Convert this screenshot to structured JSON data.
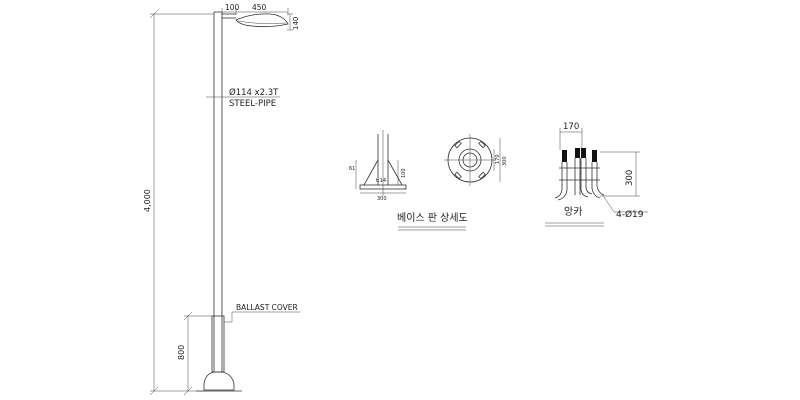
{
  "pole": {
    "height_dim": "4,000",
    "ballast_dim": "800",
    "pipe_spec": "Ø114 x2.3T",
    "pipe_material": "STEEL-PIPE",
    "ballast_label": "BALLAST COVER"
  },
  "luminaire": {
    "dim_offset": "100",
    "dim_length": "450",
    "dim_height": "140"
  },
  "base_plate": {
    "title": "베이스 판 상세도",
    "side_dim_h": "61",
    "side_dim_thk": "t:14",
    "side_dim_width": "300",
    "side_dim_right": "100",
    "plan_dim_outer": "300",
    "plan_dim_inner": "170"
  },
  "anchor": {
    "title": "앙카",
    "dim_spacing": "170",
    "dim_length": "300",
    "dim_bolt": "4-Ø19"
  }
}
